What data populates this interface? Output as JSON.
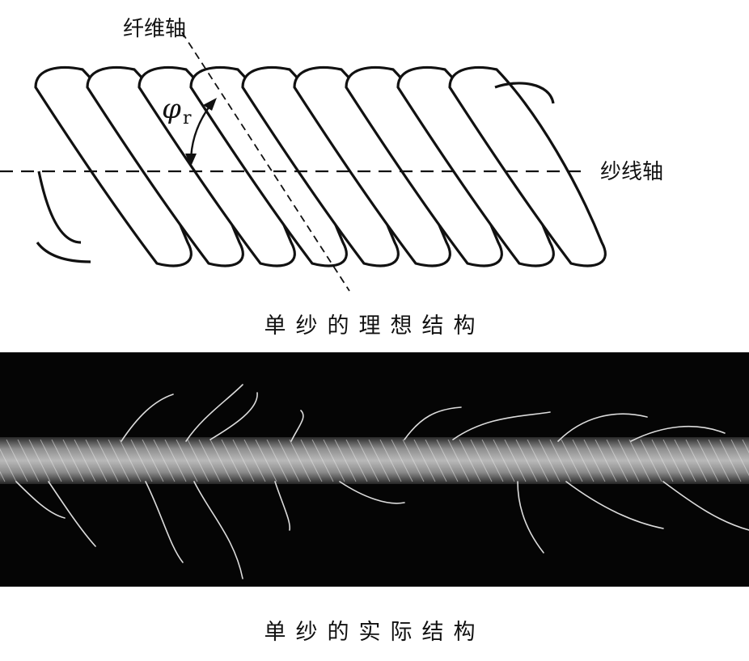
{
  "labels": {
    "fiber_axis": "纤维轴",
    "yarn_axis": "纱线轴",
    "angle_symbol": "φ",
    "angle_subscript": "r"
  },
  "captions": {
    "ideal": "单纱的理想结构",
    "actual": "单纱的实际结构"
  },
  "colors": {
    "line": "#111111",
    "photo_background": "#050505",
    "fiber": "#d8d8d8"
  }
}
